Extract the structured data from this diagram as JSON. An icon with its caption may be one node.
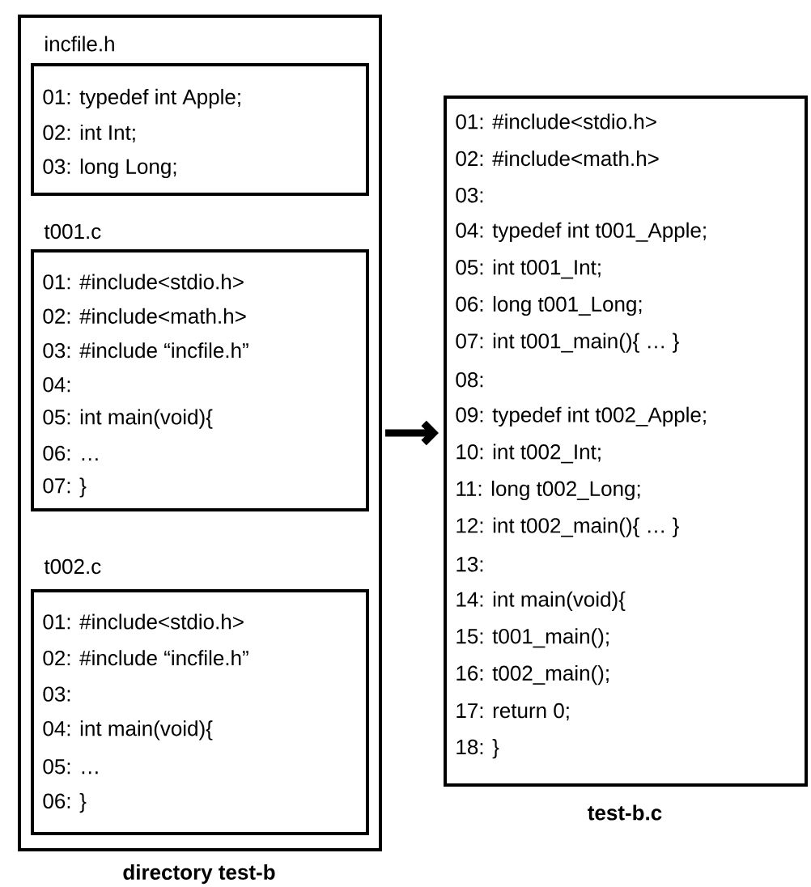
{
  "diagram": {
    "nodes": [
      {
        "text": [
          "directory test-b"
        ]
      },
      {
        "text": [
          "incfile.h",
          "01: typedef int Apple;",
          "02: int Int;",
          "03: long Long;"
        ],
        "in": 0
      },
      {
        "text": [
          "t001.c",
          "01: #include<stdio.h>",
          "02: #include<math.h>",
          "03: #include “incfile.h”",
          "04:",
          "05: int main(void){",
          "06: …",
          "07: }"
        ],
        "in": 0
      },
      {
        "text": [
          "t002.c",
          "01: #include<stdio.h>",
          "02: #include “incfile.h”",
          "03:",
          "04: int main(void){",
          "05: …",
          "06: }"
        ],
        "in": 0
      },
      {
        "text": [
          "01: #include<stdio.h>",
          "02: #include<math.h>",
          "03:",
          "04: typedef int t001_Apple;",
          "05: int t001_Int;",
          "06: long t001_Long;",
          "07: int t001_main(){ … }",
          "08:",
          "09: typedef int t002_Apple;",
          "10: int t002_Int;",
          "11: long t002_Long;",
          "12: int t002_main(){ … }",
          "13:",
          "14: int main(void){",
          "15: t001_main();",
          "16: t002_main();",
          "17: return 0;",
          "18: }",
          "test-b.c"
        ]
      }
    ],
    "edges": [
      {
        "from": 0,
        "to": 4,
        "arrow": "to"
      }
    ]
  }
}
